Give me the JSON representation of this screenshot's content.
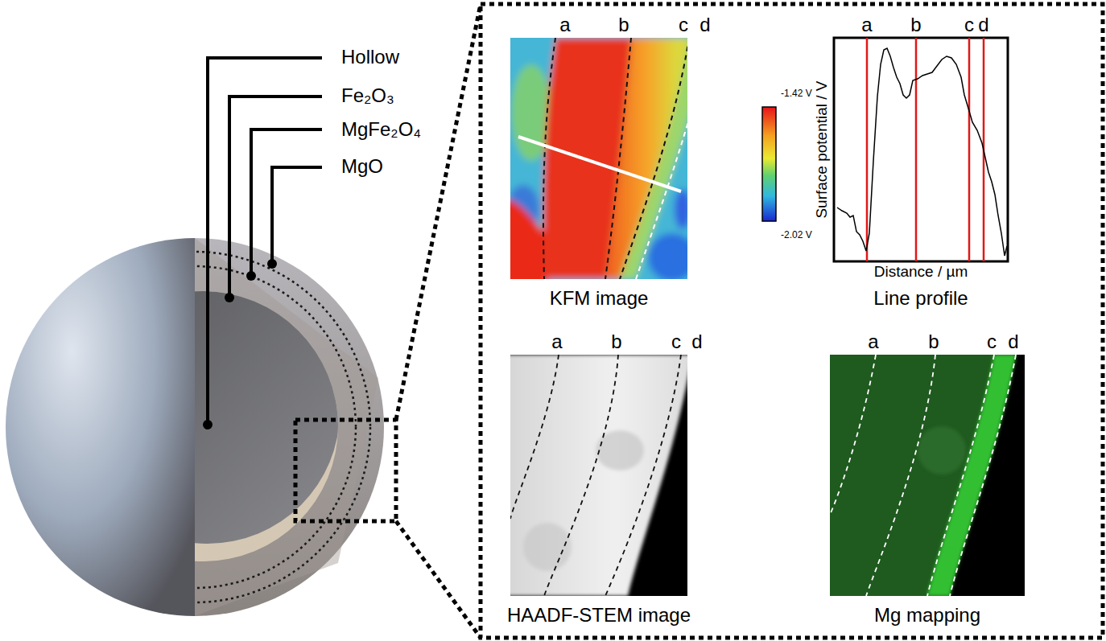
{
  "diagram": {
    "labels": [
      "Hollow",
      "Fe₂O₃",
      "MgFe₂O₄",
      "MgO",
      "a",
      "b",
      "c",
      "d",
      "a",
      "b",
      "c",
      "d",
      "a",
      "b",
      "c",
      "d",
      "a",
      "b",
      "c",
      "d",
      "-1.42 V",
      "-2.02 V",
      "Surface potential / V",
      "Distance / µm",
      "KFM image",
      "Line profile",
      "HAADF-STEM image",
      "Mg mapping"
    ]
  }
}
